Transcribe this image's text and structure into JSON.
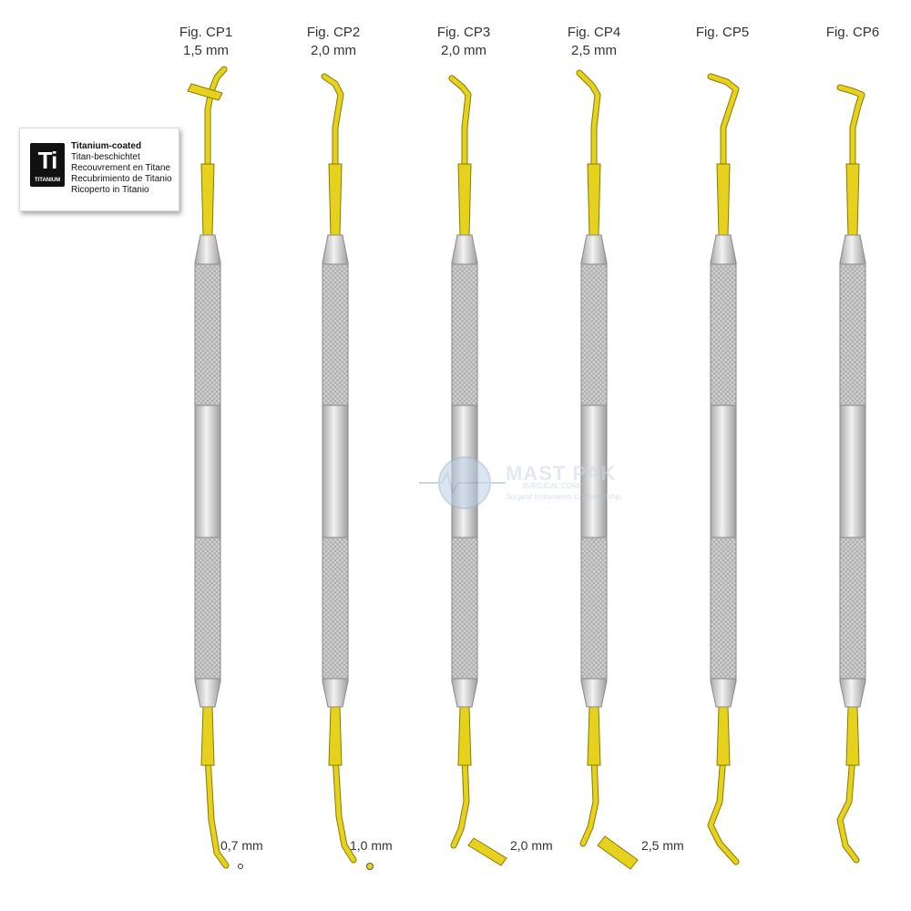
{
  "figures": [
    {
      "label": "Fig. CP1",
      "size": "1,5 mm",
      "tip": "0,7 mm"
    },
    {
      "label": "Fig. CP2",
      "size": "2,0 mm",
      "tip": "1,0 mm"
    },
    {
      "label": "Fig. CP3",
      "size": "2,0 mm",
      "tip": "2,0 mm"
    },
    {
      "label": "Fig. CP4",
      "size": "2,5 mm",
      "tip": "2,5 mm"
    },
    {
      "label": "Fig. CP5",
      "size": "",
      "tip": ""
    },
    {
      "label": "Fig. CP6",
      "size": "",
      "tip": ""
    }
  ],
  "badge": {
    "symbol": "Ti",
    "word": "TITANIUM",
    "lines": [
      "Titanium-coated",
      "Titan-beschichtet",
      "Recouvrement en Titane",
      "Recubrimiento de Titanio",
      "Ricoperto in Titanio"
    ]
  },
  "watermark": {
    "name": "MAST PAK",
    "sub1": "SURGICAL CORP.",
    "sub2": "Surgical Instruments Craftsmanship"
  },
  "colors": {
    "gold": "#e6d21c",
    "gold_dark": "#8a7a00",
    "steel": "#d6d6d6",
    "steel_dark": "#8a8a8a"
  }
}
